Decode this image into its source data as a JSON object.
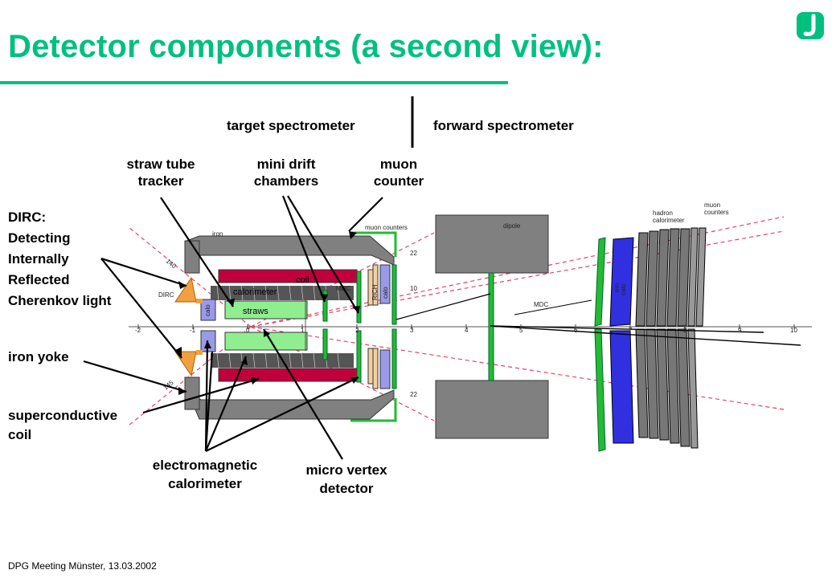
{
  "title": "Detector components (a second view):",
  "footer": "DPG Meeting Münster,  13.03.2002",
  "sections": {
    "target": "target spectrometer",
    "forward": "forward spectrometer"
  },
  "callouts": {
    "straw_tube_tracker": [
      "straw tube",
      "tracker"
    ],
    "mini_drift_chambers": [
      "mini drift",
      "chambers"
    ],
    "muon_counter": [
      "muon",
      "counter"
    ],
    "dirc": [
      "DIRC:",
      "Detecting",
      "Internally",
      "Reflected",
      "Cherenkov light"
    ],
    "iron_yoke": "iron yoke",
    "superconductive_coil": [
      "superconductive",
      "coil"
    ],
    "em_calorimeter": [
      "electromagnetic",
      "calorimeter"
    ],
    "micro_vertex_detector": [
      "micro vertex",
      "detector"
    ]
  },
  "drawing_labels": {
    "iron": "iron",
    "muon_counters": "muon counters",
    "coil": "coil",
    "calorimeter": "calorimeter",
    "straws": "straws",
    "calo": "calo",
    "dirc": "DIRC",
    "mdc": "MDC",
    "rich": "RICH",
    "dipole": "dipole",
    "hadron_calorimeter": [
      "hadron",
      "calorimeter"
    ],
    "muon_counters_fwd": [
      "muon",
      "counters"
    ],
    "em_calo": [
      "em",
      "calo"
    ],
    "angle_140": "140",
    "angle_22_top": "22",
    "angle_22_bottom": "22",
    "angle_10": "10",
    "angle_145": "145"
  },
  "axis_ticks": [
    "-2",
    "-1",
    "0",
    "1",
    "2",
    "3",
    "4",
    "5",
    "6",
    "7",
    "8",
    "9",
    "10"
  ],
  "colors": {
    "accent": "#00c080",
    "iron": "#808080",
    "coil": "#c0003c",
    "straw": "#90ee90",
    "calo": "#9a9ae8",
    "dirc": "#f0a040",
    "green_det": "#22bb33",
    "em_calo_fwd": "#3030e0",
    "guide_line": "#e8406a"
  }
}
